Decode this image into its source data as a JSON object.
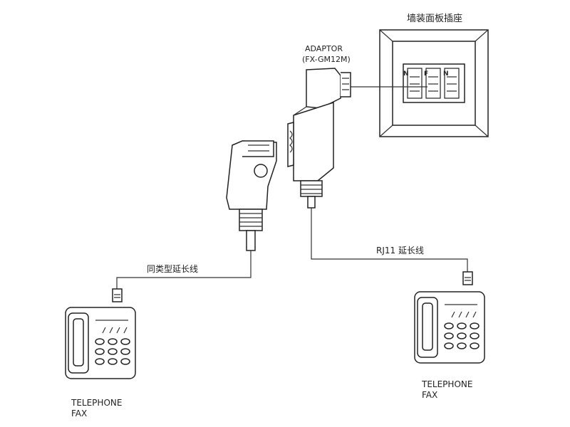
{
  "wall_plate": {
    "title": "墙装面板插座",
    "sockets": [
      "N",
      "F",
      "N"
    ]
  },
  "adaptor": {
    "name": "ADAPTOR",
    "model": "(FX-GM12M)"
  },
  "cables": {
    "left": "同类型延长线",
    "right": "RJ11 延长线"
  },
  "devices": [
    {
      "line1": "TELEPHONE",
      "line2": "FAX"
    },
    {
      "line1": "TELEPHONE",
      "line2": "FAX"
    }
  ]
}
